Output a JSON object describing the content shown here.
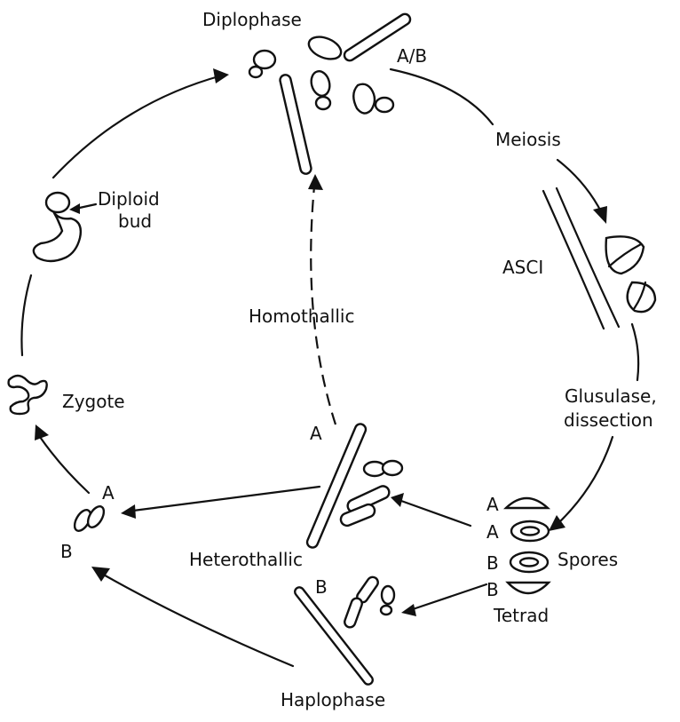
{
  "labels": {
    "diplophase": "Diplophase",
    "ab": "A/B",
    "meiosis": "Meiosis",
    "asci": "ASCI",
    "glusulase_line1": "Glusulase,",
    "glusulase_line2": "dissection",
    "spores": "Spores",
    "tetrad": "Tetrad",
    "spore_a1": "A",
    "spore_a2": "A",
    "spore_b1": "B",
    "spore_b2": "B",
    "haplophase": "Haplophase",
    "haplo_b": "B",
    "hetero_a": "A",
    "heterothallic": "Heterothallic",
    "homothallic": "Homothallic",
    "mate_a": "A",
    "mate_b": "B",
    "zygote": "Zygote",
    "diploid_line1": "Diploid",
    "diploid_line2": "bud"
  }
}
